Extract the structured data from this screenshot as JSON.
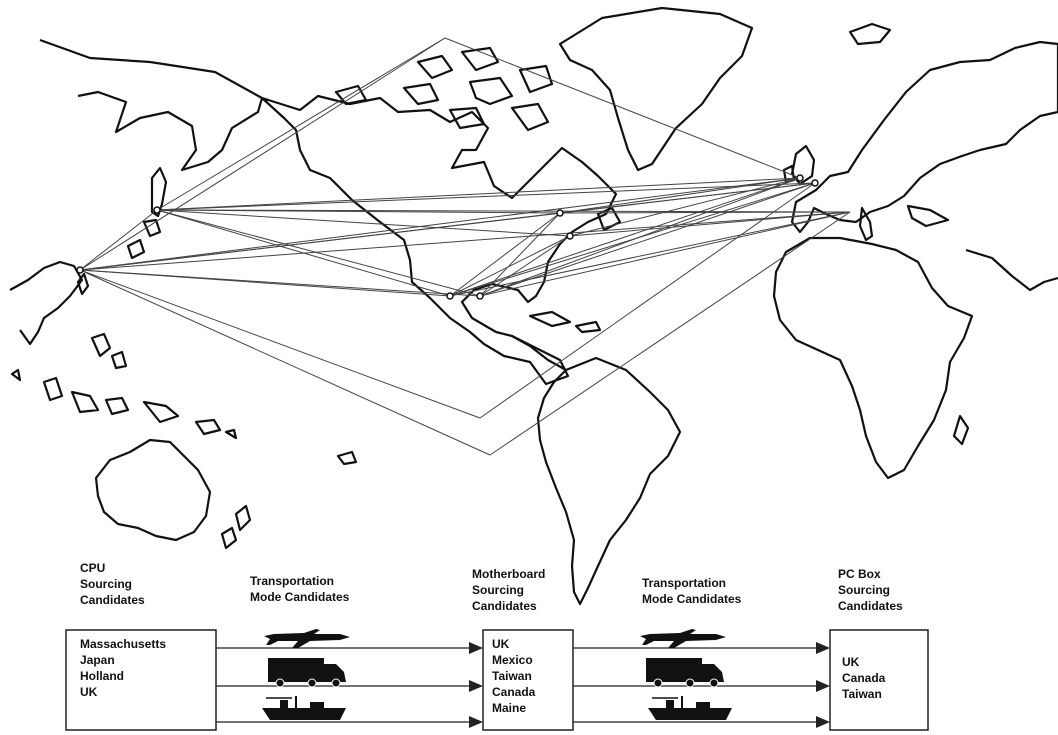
{
  "stages": [
    {
      "title_lines": [
        "CPU",
        "Sourcing",
        "Candidates"
      ],
      "items": [
        "Massachusetts",
        "Japan",
        "Holland",
        "UK"
      ]
    },
    {
      "title_lines": [
        "Transportation",
        "Mode Candidates"
      ],
      "modes": [
        "airplane-icon",
        "truck-icon",
        "ship-icon"
      ]
    },
    {
      "title_lines": [
        "Motherboard",
        "Sourcing",
        "Candidates"
      ],
      "items": [
        "UK",
        "Mexico",
        "Taiwan",
        "Canada",
        "Maine"
      ]
    },
    {
      "title_lines": [
        "Transportation",
        "Mode Candidates"
      ],
      "modes": [
        "airplane-icon",
        "truck-icon",
        "ship-icon"
      ]
    },
    {
      "title_lines": [
        "PC Box",
        "Sourcing",
        "Candidates"
      ],
      "items": [
        "UK",
        "Canada",
        "Taiwan"
      ]
    }
  ],
  "colors": {
    "line": "#444444",
    "ink": "#111111",
    "background": "#ffffff"
  }
}
